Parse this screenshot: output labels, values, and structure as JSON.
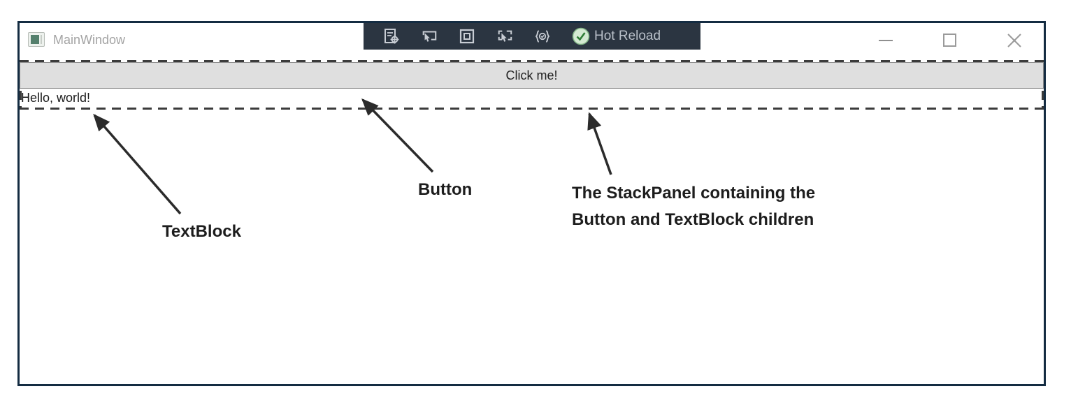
{
  "window": {
    "title": "MainWindow",
    "icons": [
      "app-icon",
      "minimize-icon",
      "maximize-icon",
      "close-icon"
    ]
  },
  "debug_toolbar": {
    "icons": [
      "live-visual-tree-icon",
      "enable-selection-icon",
      "display-layout-adornments-icon",
      "track-focused-element-icon",
      "hot-reload-settings-icon",
      "hot-reload-status-icon"
    ],
    "hot_reload_label": "Hot Reload"
  },
  "app_content": {
    "button_label": "Click me!",
    "textblock_text": "Hello, world!"
  },
  "annotations": {
    "button": "Button",
    "textblock": "TextBlock",
    "stackpanel_line1": "The StackPanel containing the",
    "stackpanel_line2": "Button and TextBlock children"
  },
  "colors": {
    "window_border": "#142c42",
    "toolbar_bg": "#2b3541",
    "toolbar_icon": "#c7ccd3",
    "hot_reload_green": "#2f7d36",
    "hot_reload_circle_fill": "#d4ead2",
    "button_bg": "#dfdfdf",
    "dash": "#3b3b3b",
    "title_text": "#a3a3a3",
    "annotation_text": "#1d1d1d"
  }
}
